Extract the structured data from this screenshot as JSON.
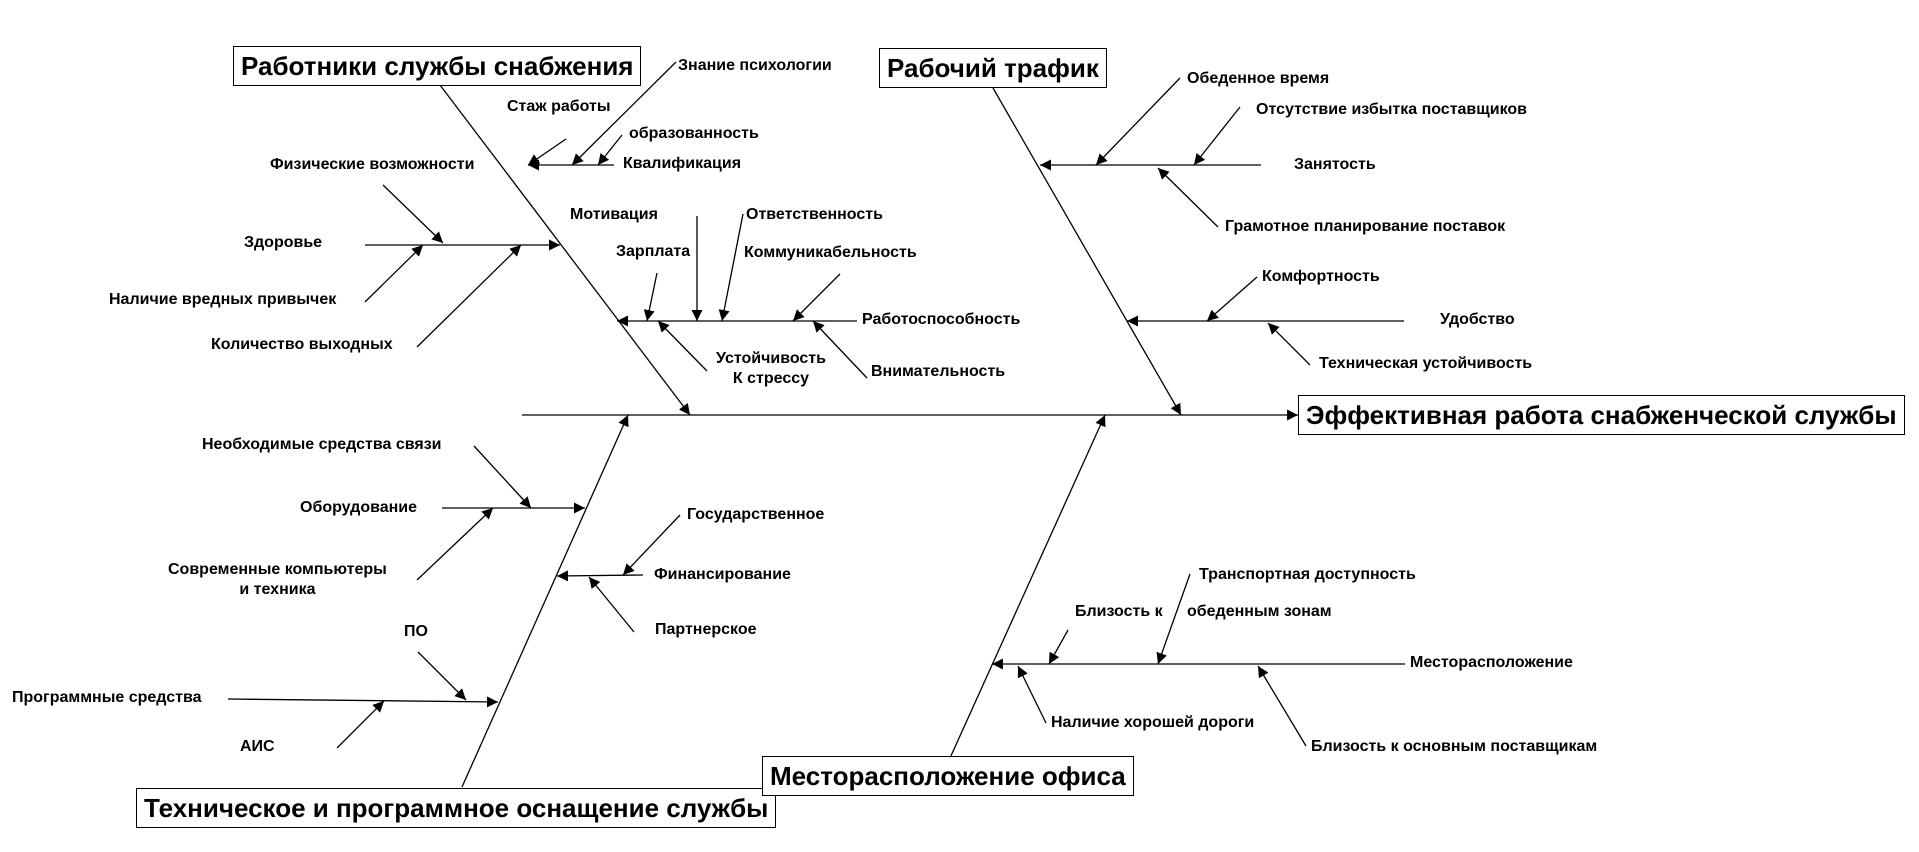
{
  "effect": "Эффективная работа снабженческой службы",
  "categories": {
    "staff": "Работники службы снабжения",
    "traffic": "Рабочий трафик",
    "tech": "Техническое и программное оснащение службы",
    "location": "Месторасположение офиса"
  },
  "causes": {
    "psychology": "Знание психологии",
    "experience": "Стаж работы",
    "education": "образованность",
    "physical": "Физические возможности",
    "qualification": "Квалификация",
    "health": "Здоровье",
    "habits": "Наличие вредных привычек",
    "days_off": "Количество выходных",
    "motivation": "Мотивация",
    "responsibility": "Ответственность",
    "salary": "Зарплата",
    "sociability": "Коммуникабельность",
    "work_capacity": "Работоспособность",
    "stress_1": "Устойчивость",
    "stress_2": "К стрессу",
    "attentiveness": "Внимательность",
    "lunch_time": "Обеденное время",
    "no_supplier_excess": "Отсутствие избытка поставщиков",
    "employment": "Занятость",
    "planning": "Грамотное планирование поставок",
    "comfort": "Комфортность",
    "convenience": "Удобство",
    "tech_stability": "Техническая устойчивость",
    "comm_means": "Необходимые средства связи",
    "equipment": "Оборудование",
    "computers_1": "Современные компьютеры",
    "computers_2": "и техника",
    "po": "ПО",
    "software": "Программные средства",
    "ais": "АИС",
    "state": "Государственное",
    "financing": "Финансирование",
    "partner": "Партнерское",
    "transport": "Транспортная доступность",
    "near_lunch_1": "Близость к",
    "near_lunch_2": "обеденным зонам",
    "location_cause": "Месторасположение",
    "good_road": "Наличие хорошей дороги",
    "near_suppliers": "Близость к основным поставщикам"
  }
}
